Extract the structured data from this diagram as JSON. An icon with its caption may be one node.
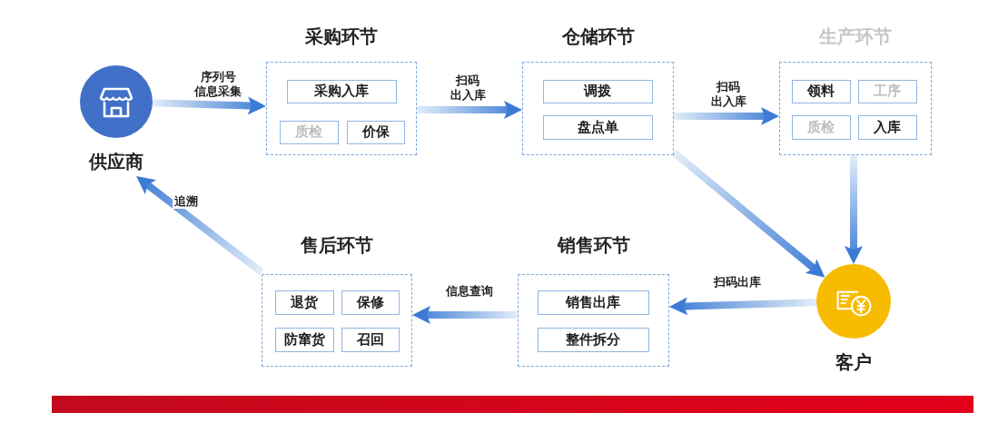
{
  "diagram": {
    "nodes": [
      {
        "text": [
          "供应商"
        ]
      },
      {
        "text": [
          "采购环节"
        ]
      },
      {
        "text": [
          "采购入库"
        ],
        "in": 1
      },
      {
        "text": [
          "质检"
        ],
        "in": 1
      },
      {
        "text": [
          "价保"
        ],
        "in": 1
      },
      {
        "text": [
          "仓储环节"
        ]
      },
      {
        "text": [
          "调拨"
        ],
        "in": 5
      },
      {
        "text": [
          "盘点单"
        ],
        "in": 5
      },
      {
        "text": [
          "生产环节"
        ]
      },
      {
        "text": [
          "领料"
        ],
        "in": 8
      },
      {
        "text": [
          "工序"
        ],
        "in": 8
      },
      {
        "text": [
          "质检"
        ],
        "in": 8
      },
      {
        "text": [
          "入库"
        ],
        "in": 8
      },
      {
        "text": [
          "客户"
        ]
      },
      {
        "text": [
          "销售环节"
        ]
      },
      {
        "text": [
          "销售出库"
        ],
        "in": 14
      },
      {
        "text": [
          "整件拆分"
        ],
        "in": 14
      },
      {
        "text": [
          "售后环节"
        ]
      },
      {
        "text": [
          "退货"
        ],
        "in": 17
      },
      {
        "text": [
          "保修"
        ],
        "in": 17
      },
      {
        "text": [
          "防窜货"
        ],
        "in": 17
      },
      {
        "text": [
          "召回"
        ],
        "in": 17
      }
    ],
    "edges": [
      {
        "from": 0,
        "to": 1,
        "arrow": "to",
        "label": "序列号信息采集"
      },
      {
        "from": 1,
        "to": 5,
        "arrow": "to",
        "label": "扫码出入库"
      },
      {
        "from": 5,
        "to": 8,
        "arrow": "to",
        "label": "扫码出入库"
      },
      {
        "from": 5,
        "to": 13,
        "arrow": "to"
      },
      {
        "from": 8,
        "to": 13,
        "arrow": "to"
      },
      {
        "from": 13,
        "to": 14,
        "arrow": "to",
        "label": "扫码出库"
      },
      {
        "from": 14,
        "to": 17,
        "arrow": "to",
        "label": "信息查询"
      },
      {
        "from": 17,
        "to": 0,
        "arrow": "to",
        "label": "追溯"
      }
    ]
  }
}
